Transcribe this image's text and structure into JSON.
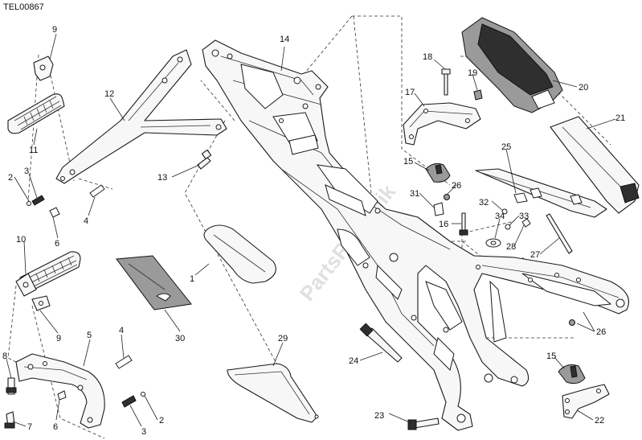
{
  "diagram_code": "TEL00867",
  "watermark": "PartsRepublik",
  "callouts": [
    {
      "id": "c9a",
      "label": "9"
    },
    {
      "id": "c11",
      "label": "11"
    },
    {
      "id": "c2a",
      "label": "2"
    },
    {
      "id": "c3a",
      "label": "3"
    },
    {
      "id": "c12",
      "label": "12"
    },
    {
      "id": "c13",
      "label": "13"
    },
    {
      "id": "c4a",
      "label": "4"
    },
    {
      "id": "c6a",
      "label": "6"
    },
    {
      "id": "c10",
      "label": "10"
    },
    {
      "id": "c9b",
      "label": "9"
    },
    {
      "id": "c1",
      "label": "1"
    },
    {
      "id": "c30",
      "label": "30"
    },
    {
      "id": "c5",
      "label": "5"
    },
    {
      "id": "c4b",
      "label": "4"
    },
    {
      "id": "c8",
      "label": "8"
    },
    {
      "id": "c7",
      "label": "7"
    },
    {
      "id": "c6b",
      "label": "6"
    },
    {
      "id": "c3b",
      "label": "3"
    },
    {
      "id": "c2b",
      "label": "2"
    },
    {
      "id": "c14",
      "label": "14"
    },
    {
      "id": "c29",
      "label": "29"
    },
    {
      "id": "c24",
      "label": "24"
    },
    {
      "id": "c23",
      "label": "23"
    },
    {
      "id": "c18",
      "label": "18"
    },
    {
      "id": "c19",
      "label": "19"
    },
    {
      "id": "c17",
      "label": "17"
    },
    {
      "id": "c20",
      "label": "20"
    },
    {
      "id": "c21",
      "label": "21"
    },
    {
      "id": "c15a",
      "label": "15"
    },
    {
      "id": "c31",
      "label": "31"
    },
    {
      "id": "c26a",
      "label": "26"
    },
    {
      "id": "c25",
      "label": "25"
    },
    {
      "id": "c32",
      "label": "32"
    },
    {
      "id": "c16",
      "label": "16"
    },
    {
      "id": "c34",
      "label": "34"
    },
    {
      "id": "c33",
      "label": "33"
    },
    {
      "id": "c28",
      "label": "28"
    },
    {
      "id": "c27",
      "label": "27"
    },
    {
      "id": "c26b",
      "label": "26"
    },
    {
      "id": "c15b",
      "label": "15"
    },
    {
      "id": "c22",
      "label": "22"
    }
  ]
}
